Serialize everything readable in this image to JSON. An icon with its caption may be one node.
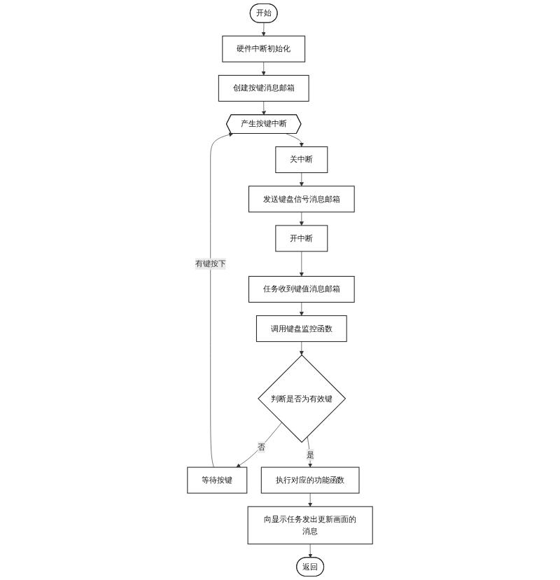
{
  "diagram": {
    "nodes": [
      {
        "text": [
          "开始"
        ]
      },
      {
        "text": [
          "硬件中断初始化"
        ]
      },
      {
        "text": [
          "创建按键消息邮箱"
        ]
      },
      {
        "text": [
          "产生按键中断"
        ]
      },
      {
        "text": [
          "关中断"
        ]
      },
      {
        "text": [
          "发送键盘信号消息邮箱"
        ]
      },
      {
        "text": [
          "开中断"
        ]
      },
      {
        "text": [
          "任务收到键值消息邮箱"
        ]
      },
      {
        "text": [
          "调用键盘监控函数"
        ]
      },
      {
        "text": [
          "判断是否为有效键"
        ]
      },
      {
        "text": [
          "等待按键"
        ]
      },
      {
        "text": [
          "执行对应的功能函数"
        ]
      },
      {
        "text": [
          "向显示任务发出更新画面的消息"
        ]
      },
      {
        "text": [
          "返回"
        ]
      }
    ],
    "edges": [
      {
        "from": 0,
        "to": 1,
        "arrow": "to"
      },
      {
        "from": 1,
        "to": 2,
        "arrow": "to"
      },
      {
        "from": 2,
        "to": 3,
        "arrow": "to"
      },
      {
        "from": 3,
        "to": 4,
        "arrow": "to"
      },
      {
        "from": 4,
        "to": 5,
        "arrow": "to"
      },
      {
        "from": 5,
        "to": 6,
        "arrow": "to"
      },
      {
        "from": 6,
        "to": 7,
        "arrow": "to"
      },
      {
        "from": 7,
        "to": 8,
        "arrow": "to"
      },
      {
        "from": 8,
        "to": 9,
        "arrow": "to"
      },
      {
        "from": 9,
        "to": 10,
        "label": "否",
        "arrow": "to"
      },
      {
        "from": 10,
        "to": 3,
        "label": "有键按下",
        "arrow": "to"
      },
      {
        "from": 9,
        "to": 11,
        "label": "是",
        "arrow": "to"
      },
      {
        "from": 11,
        "to": 12,
        "arrow": "to"
      },
      {
        "from": 12,
        "to": 13,
        "arrow": "to"
      }
    ]
  }
}
